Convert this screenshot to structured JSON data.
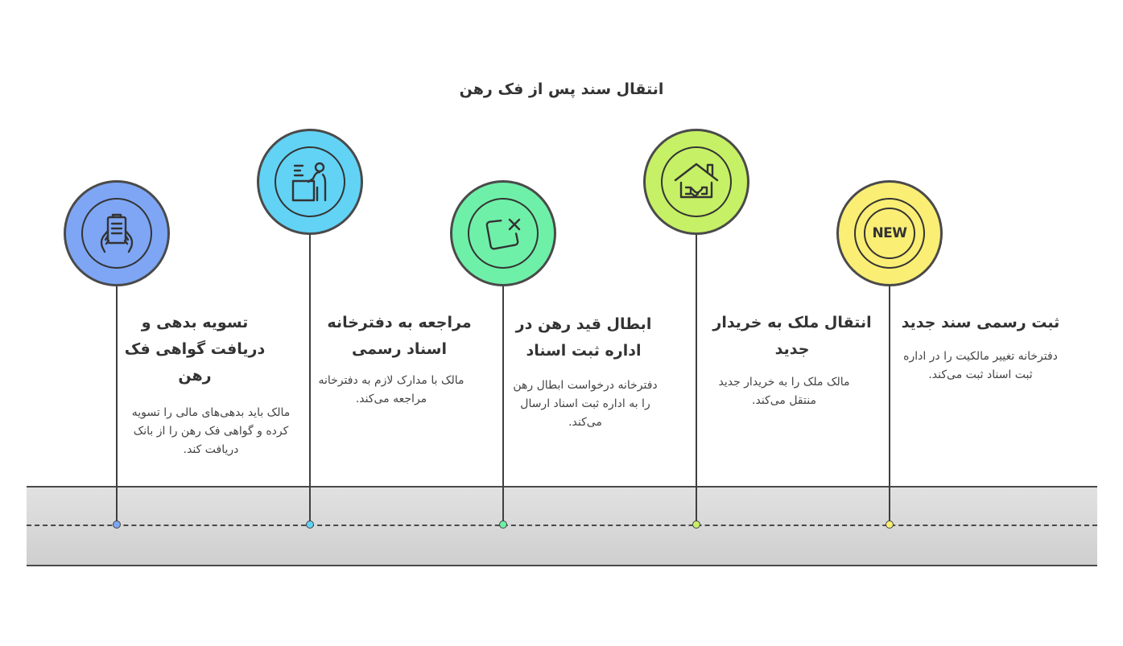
{
  "title": "انتقال سند پس از فک رهن",
  "colors": {
    "step1": "#7ea6f5",
    "step2": "#62d3f5",
    "step3": "#6ff0a8",
    "step4": "#c6f066",
    "step5": "#faee74",
    "road": "#d6d6d6",
    "line": "#444444"
  },
  "steps": [
    {
      "title": "تسویه بدهی و دریافت گواهی فک رهن",
      "description": "مالک باید بدهی‌های مالی را تسویه کرده و گواهی فک رهن را از بانک دریافت کند.",
      "icon": "hands-holding-document-icon"
    },
    {
      "title": "مراجعه به دفترخانه اسناد رسمی",
      "description": "مالک با مدارک لازم به دفترخانه مراجعه می‌کند.",
      "icon": "person-at-desk-icon"
    },
    {
      "title": "ابطال قید رهن در اداره ثبت اسناد",
      "description": "دفترخانه درخواست ابطال رهن را به اداره ثبت اسناد ارسال می‌کند.",
      "icon": "cancel-square-icon"
    },
    {
      "title": "انتقال ملک به خریدار جدید",
      "description": "مالک ملک را به خریدار جدید منتقل می‌کند.",
      "icon": "house-handshake-icon"
    },
    {
      "title": "ثبت رسمی سند جدید",
      "description": "دفترخانه تغییر مالکیت را در اداره ثبت اسناد ثبت می‌کند.",
      "icon": "new-badge-icon",
      "badge_text": "NEW"
    }
  ]
}
